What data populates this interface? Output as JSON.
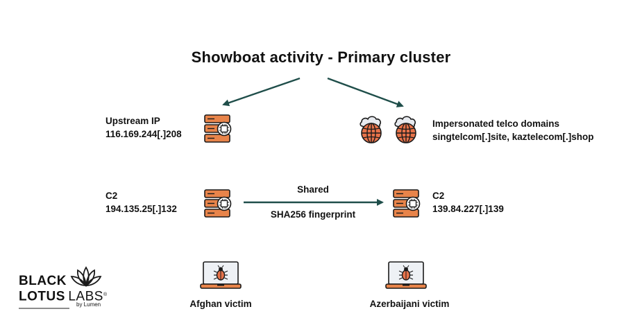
{
  "title": "Showboat activity - Primary cluster",
  "nodes": {
    "upstream": {
      "label": "Upstream IP",
      "value": "116.169.244[.]208"
    },
    "telco": {
      "label": "Impersonated telco domains",
      "value": "singtelcom[.]site, kaztelecom[.]shop"
    },
    "c2_left": {
      "label": "C2",
      "value": "194.135.25[.]132"
    },
    "c2_right": {
      "label": "C2",
      "value": "139.84.227[.]139"
    }
  },
  "edge": {
    "top_label": "Shared",
    "bottom_label": "SHA256 fingerprint"
  },
  "victims": {
    "left": "Afghan victim",
    "right": "Azerbaijani victim"
  },
  "logo": {
    "line1": "BLACK",
    "line2_bold": "LOTUS",
    "line2_light": "LABS",
    "mark": "®",
    "byline": "by Lumen"
  },
  "colors": {
    "arrow": "#1f4e4a",
    "server_orange": "#e8844a",
    "server_dark": "#1a1a1a",
    "globe_orange": "#e8734a",
    "cloud_fill": "#e7eaef",
    "laptop_screen": "#eef1f5",
    "text": "#111111"
  },
  "icons": [
    "arrow-down-left-icon",
    "arrow-down-right-icon",
    "server-chip-icon",
    "cloud-globe-icon",
    "arrow-right-icon",
    "laptop-bug-icon",
    "lotus-logo-icon"
  ]
}
